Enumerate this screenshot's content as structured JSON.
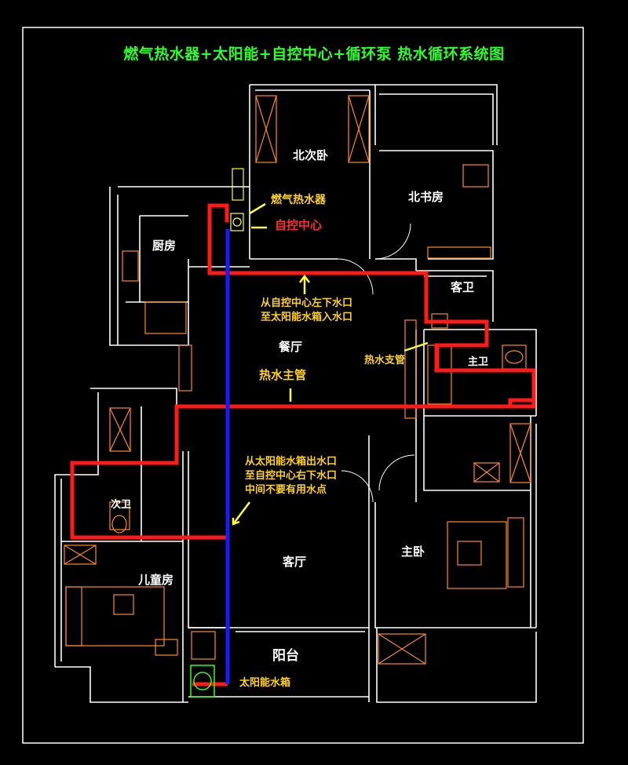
{
  "title": "燃气热水器+太阳能+自控中心+循环泵  热水循环系统图",
  "rooms": {
    "north_bedroom": "北次卧",
    "north_study": "北书房",
    "kitchen": "厨房",
    "guest_bath": "客卫",
    "master_bath": "主卫",
    "dining": "餐厅",
    "second_bath": "次卫",
    "living": "客厅",
    "master_bedroom": "主卧",
    "children_room": "儿童房",
    "balcony": "阳台"
  },
  "annotations": {
    "gas_heater": "燃气热水器",
    "control_center": "自控中心",
    "from_control_line1": "从自控中心左下水口",
    "from_control_line2": "至太阳能水箱入水口",
    "branch_pipe": "热水支管",
    "main_pipe": "热水主管",
    "from_solar_line1": "从太阳能水箱出水口",
    "from_solar_line2": "至自控中心右下水口",
    "from_solar_line3": "中间不要有用水点",
    "solar_tank": "太阳能水箱"
  },
  "colors": {
    "title": "#2bff2b",
    "walls": "#ffffff",
    "furniture": "#ff8a1f",
    "hot_pipe": "#ff1a1a",
    "return_pipe": "#1a1aff",
    "label_yellow": "#ffd21a",
    "arrow": "#ffff33"
  }
}
